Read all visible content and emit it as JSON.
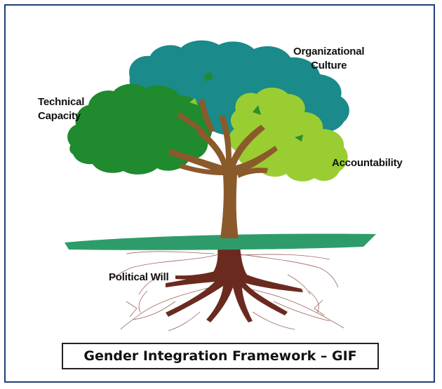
{
  "labels": {
    "technical_capacity_line1": "Technical",
    "technical_capacity_line2": "Capacity",
    "organizational_culture_line1": "Organizational",
    "organizational_culture_line2": "Culture",
    "accountability": "Accountability",
    "political_will": "Political Will"
  },
  "title": "Gender Integration Framework – GIF",
  "colors": {
    "border": "#1f3f7a",
    "canopy_teal": "#1a8a8a",
    "canopy_green": "#1f8a2e",
    "canopy_light_green": "#9acd32",
    "trunk": "#8b5a2b",
    "roots": "#6b2a1f",
    "ground": "#2e9c6a"
  }
}
